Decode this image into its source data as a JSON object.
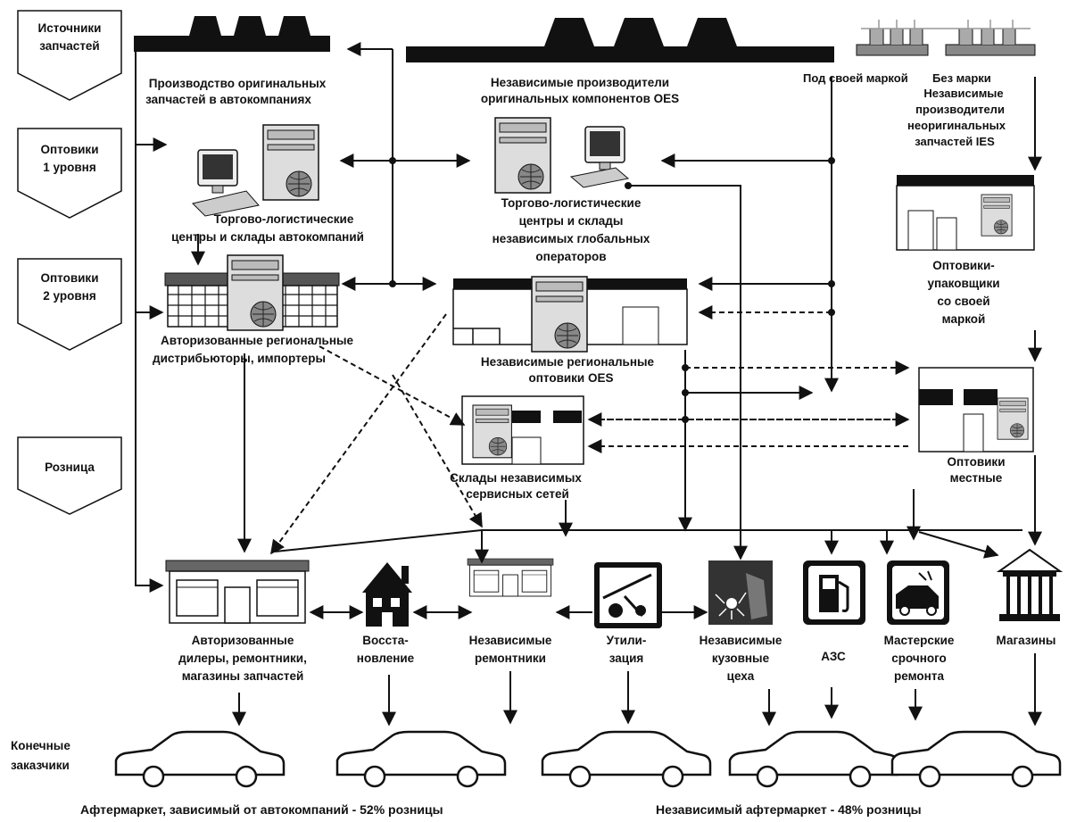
{
  "levels": {
    "sources": [
      "Источники",
      "запчастей"
    ],
    "wholesale1": [
      "Оптовики",
      "1 уровня"
    ],
    "wholesale2": [
      "Оптовики",
      "2 уровня"
    ],
    "retail": [
      "Розница"
    ],
    "end_customers": [
      "Конечные",
      "заказчики"
    ]
  },
  "producers": {
    "oem": [
      "Производство оригинальных",
      "запчастей в автокомпаниях"
    ],
    "oes": [
      "Независимые  производители",
      "оригинальных компонентов OES"
    ],
    "own_brand": "Под своей маркой",
    "no_brand": "Без марки",
    "ies": [
      "Независимые",
      "производители",
      "неоригинальных",
      "запчастей IES"
    ]
  },
  "wholesale1": {
    "oem_centers": [
      "Торгово-логистические",
      "центры  и склады автокомпаний"
    ],
    "global_centers": [
      "Торгово-логистические",
      "центры и склады",
      "независимых  глобальных",
      "операторов"
    ],
    "packers": [
      "Оптовики-",
      "упаковщики",
      "со своей",
      "маркой"
    ]
  },
  "wholesale2": {
    "authorized": [
      "Авторизованные региональные",
      "дистрибьюторы, импортеры"
    ],
    "oes_regional": [
      "Независимые  региональные",
      "оптовики OES"
    ],
    "service_networks": [
      "Склады независимых",
      "сервисных сетей"
    ],
    "local": [
      "Оптовики",
      "местные"
    ]
  },
  "retail": {
    "dealers": [
      "Авторизованные",
      "дилеры, ремонтники,",
      "магазины запчастей"
    ],
    "restoration": [
      "Восста-",
      "новление"
    ],
    "independent": [
      "Независимые",
      "ремонтники"
    ],
    "recycling": [
      "Утили-",
      "зация"
    ],
    "body_shops": [
      "Независимые",
      "кузовные",
      "цеха"
    ],
    "gas": [
      "АЗС"
    ],
    "quick_repair": [
      "Мастерские",
      "срочного",
      "ремонта"
    ],
    "shops": [
      "Магазины"
    ]
  },
  "footer": {
    "dependent": "Афтермаркет, зависимый от автокомпаний -  52% розницы",
    "independent": "Независимый афтермаркет - 48% розницы"
  },
  "icons": [
    "factory-icon",
    "computer-icon",
    "warehouse-icon",
    "house-icon",
    "tow-truck-icon",
    "welder-icon",
    "fuel-pump-icon",
    "repair-truck-icon",
    "bank-building-icon",
    "car-icon"
  ]
}
